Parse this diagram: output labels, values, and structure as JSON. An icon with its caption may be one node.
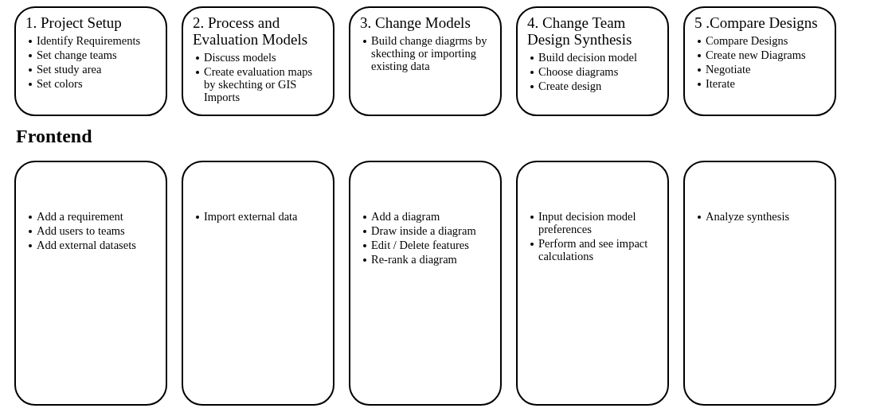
{
  "diagram": {
    "nodes": [
      {
        "text": [
          "1. Project Setup",
          "Identify Requirements",
          "Set change teams",
          "Set study area",
          "Set colors"
        ]
      },
      {
        "text": [
          "2. Process and Evaluation Models",
          "Discuss models",
          "Create evaluation maps by skechting or GIS Imports"
        ]
      },
      {
        "text": [
          "3. Change Models",
          "Build change diagrms by skecthing or importing existing data"
        ]
      },
      {
        "text": [
          "4. Change Team Design Synthesis",
          "Build decision model",
          "Choose diagrams",
          "Create design"
        ]
      },
      {
        "text": [
          "5 .Compare Designs",
          "Compare Designs",
          "Create new Diagrams",
          "Negotiate",
          "Iterate"
        ]
      },
      {
        "text": [
          "Add a requirement",
          "Add users to teams",
          "Add external datasets"
        ]
      },
      {
        "text": [
          "Import external data"
        ]
      },
      {
        "text": [
          "Add a diagram",
          "Draw inside a diagram",
          "Edit / Delete features",
          "Re-rank a diagram"
        ]
      },
      {
        "text": [
          "Input decision model preferences",
          "Perform and see impact calculations"
        ]
      },
      {
        "text": [
          "Analyze synthesis"
        ]
      }
    ],
    "labels": [
      "Frontend"
    ]
  }
}
